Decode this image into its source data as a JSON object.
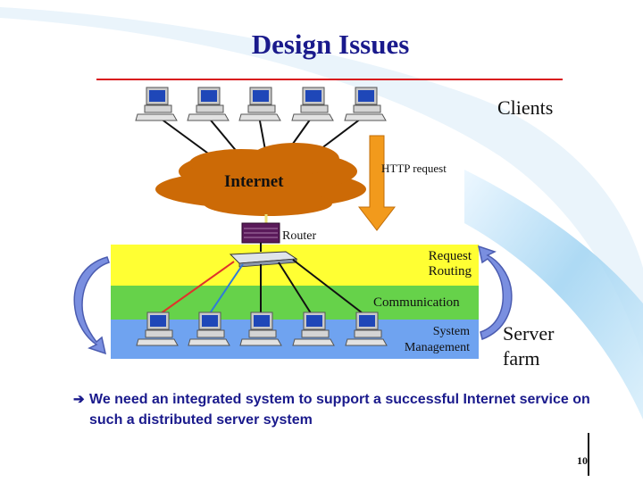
{
  "title": "Design Issues",
  "labels": {
    "clients": "Clients",
    "internet": "Internet",
    "http_request": "HTTP request",
    "router": "Router",
    "request_routing": "Request Routing",
    "communication": "Communication",
    "system_management": "System Management",
    "server_farm": "Server farm"
  },
  "bullet": {
    "icon": "right-arrow-icon",
    "text": "We need an integrated system to support a successful Internet service on such a distributed server system"
  },
  "page_number": "10",
  "colors": {
    "title": "#1a1a8c",
    "title_rule": "#d9141a",
    "cloud": "#cc6a06",
    "request_arrow": "#f29a1c",
    "layer_request_routing": "#ffff33",
    "layer_communication": "#66d24a",
    "layer_system_management": "#6fa3f0",
    "cycle_arrow": "#7a8fe0",
    "router": "#5a1a5a",
    "bullet_text": "#1a1a8c"
  },
  "diagram": {
    "client_count": 5,
    "server_count": 5
  }
}
